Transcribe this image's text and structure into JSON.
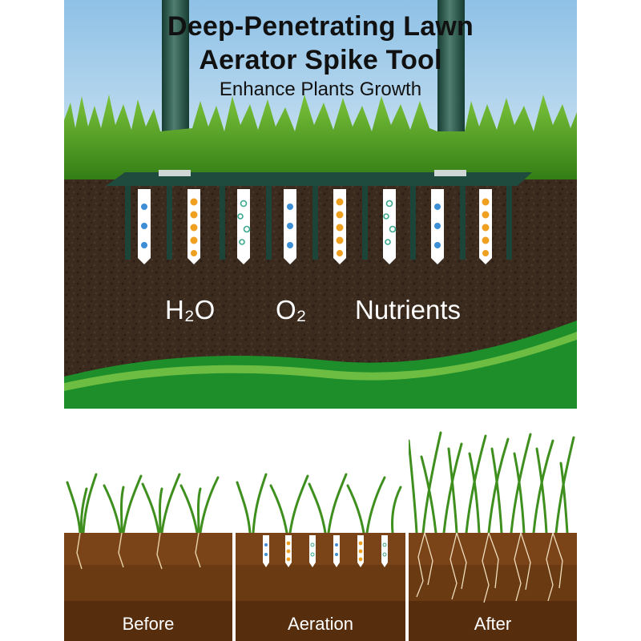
{
  "headline": {
    "line1": "Deep-Penetrating Lawn",
    "line2": "Aerator Spike Tool",
    "subtitle": "Enhance Plants Growth"
  },
  "nutrient_labels": {
    "h2o": "H₂O",
    "o2": "O₂",
    "nutrients": "Nutrients"
  },
  "stages": {
    "before": "Before",
    "aeration": "Aeration",
    "after": "After"
  },
  "colors": {
    "sky": "#7fb6de",
    "grass": "#3f8f1f",
    "soil": "#3a2a1e",
    "wave_green": "#1e8e2a",
    "tool": "#1f4a3e",
    "nutrient_orange": "#f0a020",
    "water_blue": "#3c8fd6",
    "oxygen_teal": "#3aa98e",
    "stage_soil": "#6a3a12"
  }
}
